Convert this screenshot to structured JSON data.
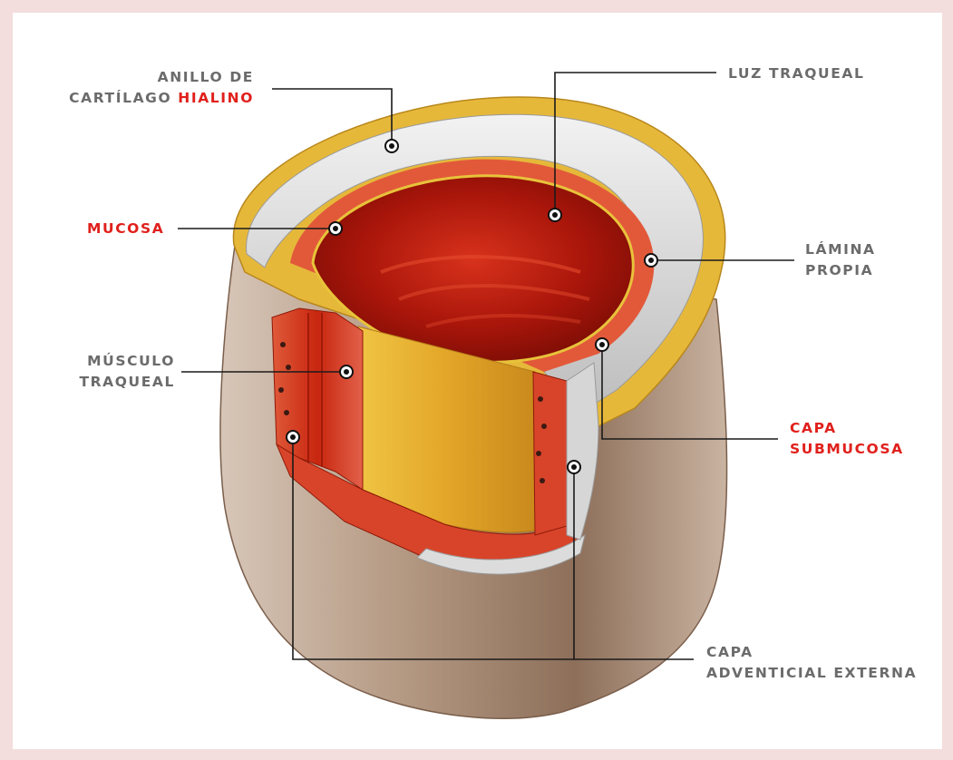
{
  "labels": {
    "anillo": {
      "line1": "ANILLO DE",
      "line2_prefix": "CARTÍLAGO ",
      "line2_highlight": "HIALINO"
    },
    "luz": {
      "line1": "LUZ TRAQUEAL"
    },
    "mucosa": {
      "line1": "MUCOSA"
    },
    "lamina": {
      "line1": "LÁMINA",
      "line2": "PROPIA"
    },
    "musculo": {
      "line1": "MÚSCULO",
      "line2": "TRAQUEAL"
    },
    "submucosa": {
      "line1": "CAPA",
      "line2": "SUBMUCOSA"
    },
    "adventicia": {
      "line1": "CAPA",
      "line2": "ADVENTICIAL EXTERNA"
    }
  },
  "colors": {
    "background": "#f3dedd",
    "label_gray": "#6b6b6b",
    "highlight_red": "#e0201c",
    "cartilage": "#d9d9d9",
    "mucosa": "#c41a0a",
    "outer_layer": "#a0826d"
  }
}
